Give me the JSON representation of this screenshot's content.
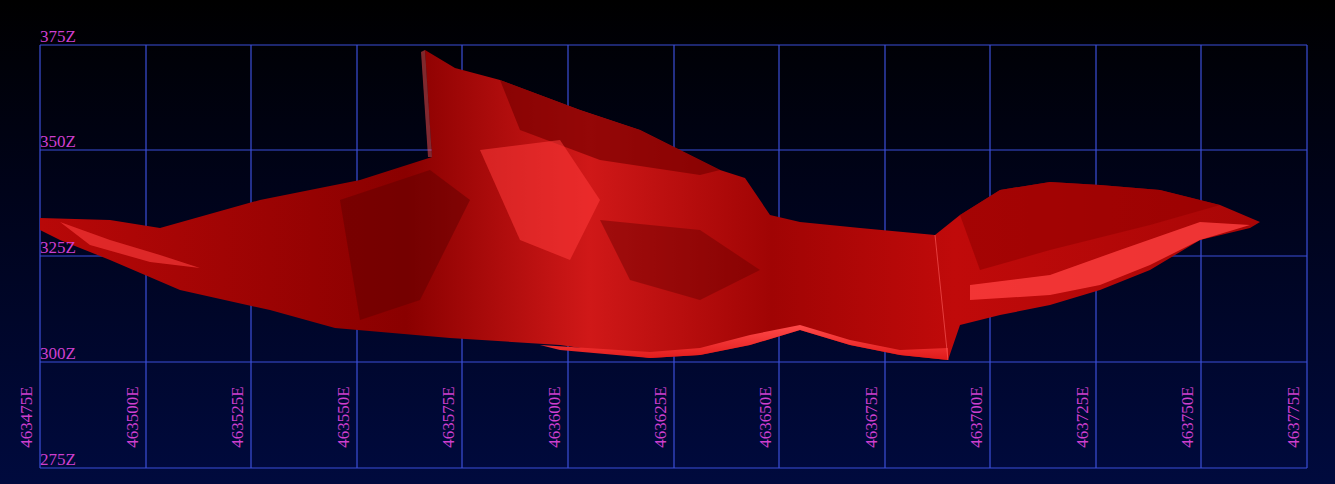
{
  "diagram": {
    "labels": [
      "375Z",
      "350Z",
      "325Z",
      "300Z",
      "275Z",
      "463475E",
      "463500E",
      "463525E",
      "463550E",
      "463575E",
      "463600E",
      "463625E",
      "463650E",
      "463675E",
      "463700E",
      "463725E",
      "463750E",
      "463775E"
    ]
  }
}
